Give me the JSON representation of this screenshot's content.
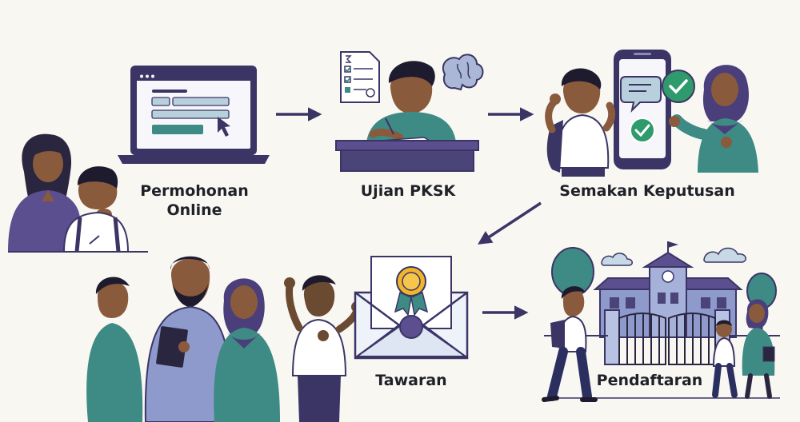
{
  "steps": [
    {
      "label_line1": "Permohonan",
      "label_line2": "Online"
    },
    {
      "label": "Ujian PKSK"
    },
    {
      "label": "Semakan Keputusan"
    },
    {
      "label": "Tawaran"
    },
    {
      "label": "Pendaftaran"
    }
  ],
  "icons": {
    "laptop": "laptop-icon",
    "exam": "exam-paper-icon",
    "brain": "brain-icon",
    "phone": "smartphone-icon",
    "check": "check-circle-icon",
    "envelope": "envelope-icon",
    "seal": "award-seal-icon",
    "school": "school-building-icon"
  },
  "colors": {
    "navy": "#3b3566",
    "teal": "#3e8a84",
    "green_check": "#2f9a6b",
    "gold": "#f1b52a",
    "background": "#f9f7f2",
    "arrow": "#3b3566"
  }
}
